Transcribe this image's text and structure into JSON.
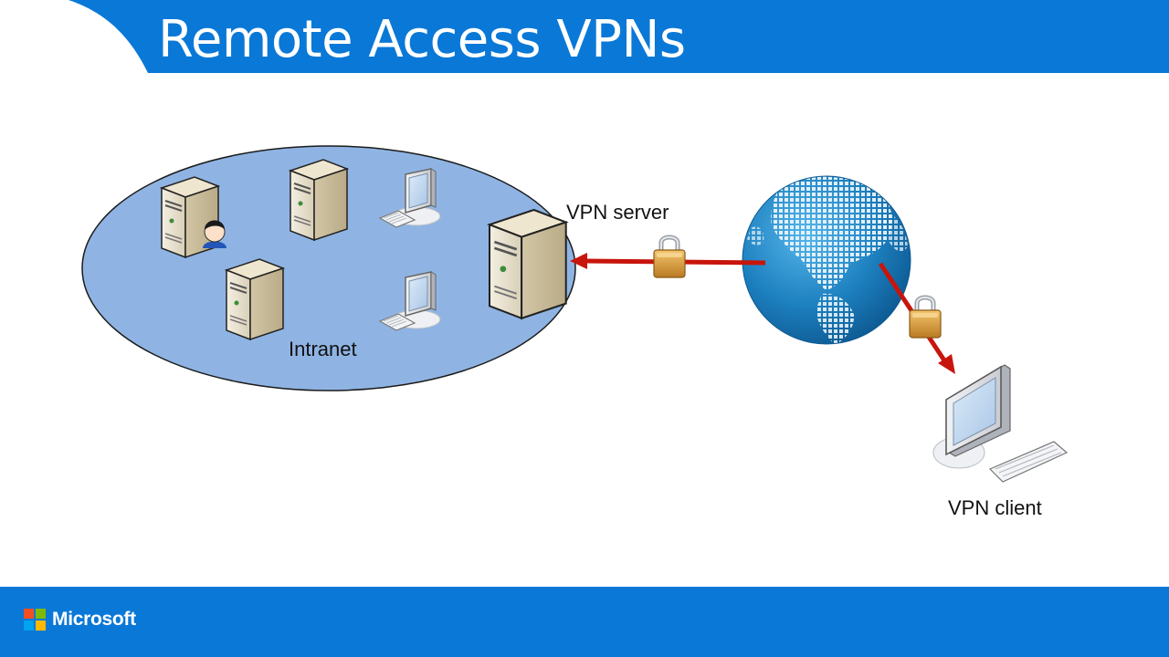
{
  "slide": {
    "title": "Remote Access VPNs"
  },
  "labels": {
    "vpn_server": "VPN server",
    "intranet": "Intranet",
    "vpn_client": "VPN client"
  },
  "footer": {
    "brand": "Microsoft"
  },
  "colors": {
    "header_blue": "#0a78d7",
    "intranet_fill": "#8fb4e3",
    "tunnel_red": "#c8150c",
    "globe_blue": "#1f86c4",
    "ms_red": "#f25022",
    "ms_green": "#7fba00",
    "ms_blue": "#00a4ef",
    "ms_yellow": "#ffb900"
  },
  "icons": [
    "server-icon",
    "workstation-icon",
    "user-icon",
    "globe-icon",
    "padlock-icon",
    "arrow-icon",
    "microsoft-logo"
  ]
}
